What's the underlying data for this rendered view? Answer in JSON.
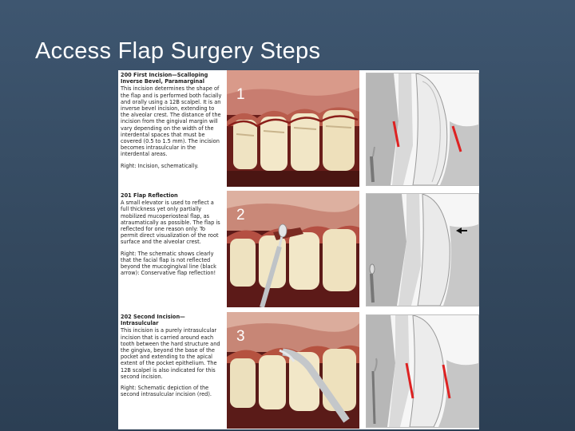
{
  "slide": {
    "title": "Access Flap Surgery Steps"
  },
  "steps": [
    {
      "number": "1",
      "heading": "200 First Incision—Scalloping Inverse Bevel, Paramarginal",
      "body": "This incision determines the shape of the flap and is performed both facially and orally using a 12B scalpel. It is an inverse bevel incision, extending to the alveolar crest. The distance of the incision from the gingival margin will vary depending on the width of the interdental spaces that must be covered (0.5 to 1.5 mm). The incision becomes intrasulcular in the interdental areas.",
      "caption": "Right: Incision, schematically."
    },
    {
      "number": "2",
      "heading": "201 Flap Reflection",
      "body": "A small elevator is used to reflect a full thickness yet only partially mobilized mucoperiosteal flap, as atraumatically as possible. The flap is reflected for one reason only: To permit direct visualization of the root surface and the alveolar crest.",
      "caption": "Right: The schematic shows clearly that the facial flap is not reflected beyond the mucogingival line (black arrow): Conservative flap reflection!"
    },
    {
      "number": "3",
      "heading": "202 Second Incision—Intrasulcular",
      "body": "This incision is a purely intrasulcular incision that is carried around each tooth between the hard structure and the gingiva, beyond the base of the pocket and extending to the apical extent of the pocket epithelium. The 12B scalpel is also indicated for this second incision.",
      "caption": "Right: Schematic depiction of the second intrasulcular incision (red)."
    }
  ]
}
